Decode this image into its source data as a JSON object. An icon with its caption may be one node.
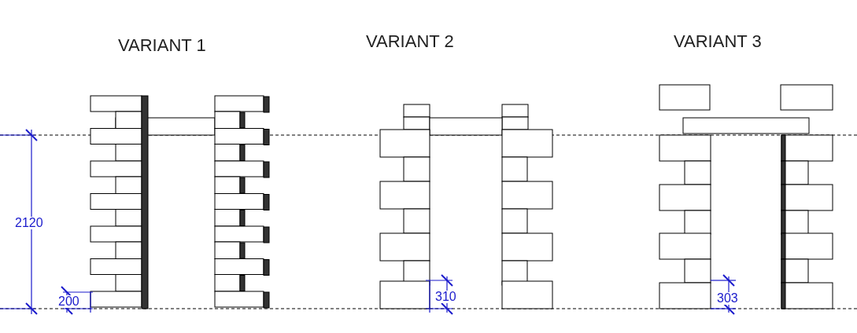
{
  "diagram": {
    "labels": [
      "VARIANT 1",
      "VARIANT 2",
      "VARIANT 3",
      "2120",
      "200",
      "310",
      "303"
    ]
  }
}
